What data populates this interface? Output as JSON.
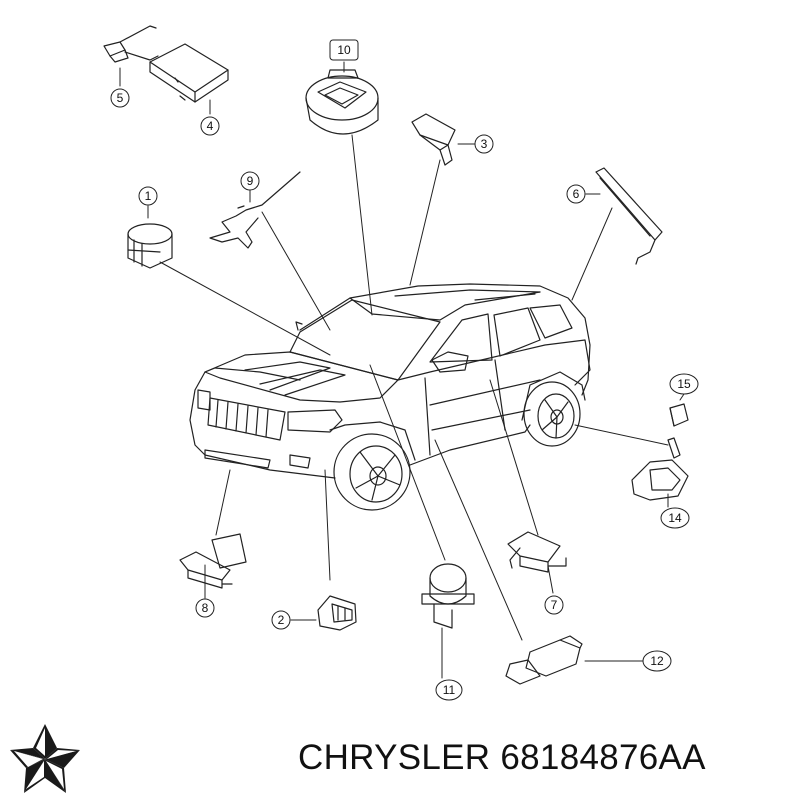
{
  "callouts": [
    {
      "id": "c1",
      "label": "1"
    },
    {
      "id": "c2",
      "label": "2"
    },
    {
      "id": "c3",
      "label": "3"
    },
    {
      "id": "c4",
      "label": "4"
    },
    {
      "id": "c5",
      "label": "5"
    },
    {
      "id": "c6",
      "label": "6"
    },
    {
      "id": "c7",
      "label": "7"
    },
    {
      "id": "c8",
      "label": "8"
    },
    {
      "id": "c9",
      "label": "9"
    },
    {
      "id": "c10",
      "label": "10"
    },
    {
      "id": "c11",
      "label": "11"
    },
    {
      "id": "c12",
      "label": "12"
    },
    {
      "id": "c14",
      "label": "14"
    },
    {
      "id": "c15",
      "label": "15"
    }
  ],
  "footer": {
    "part_text": "CHRYSLER 68184876AA",
    "logo_icon": "chrysler-pentastar-icon"
  }
}
